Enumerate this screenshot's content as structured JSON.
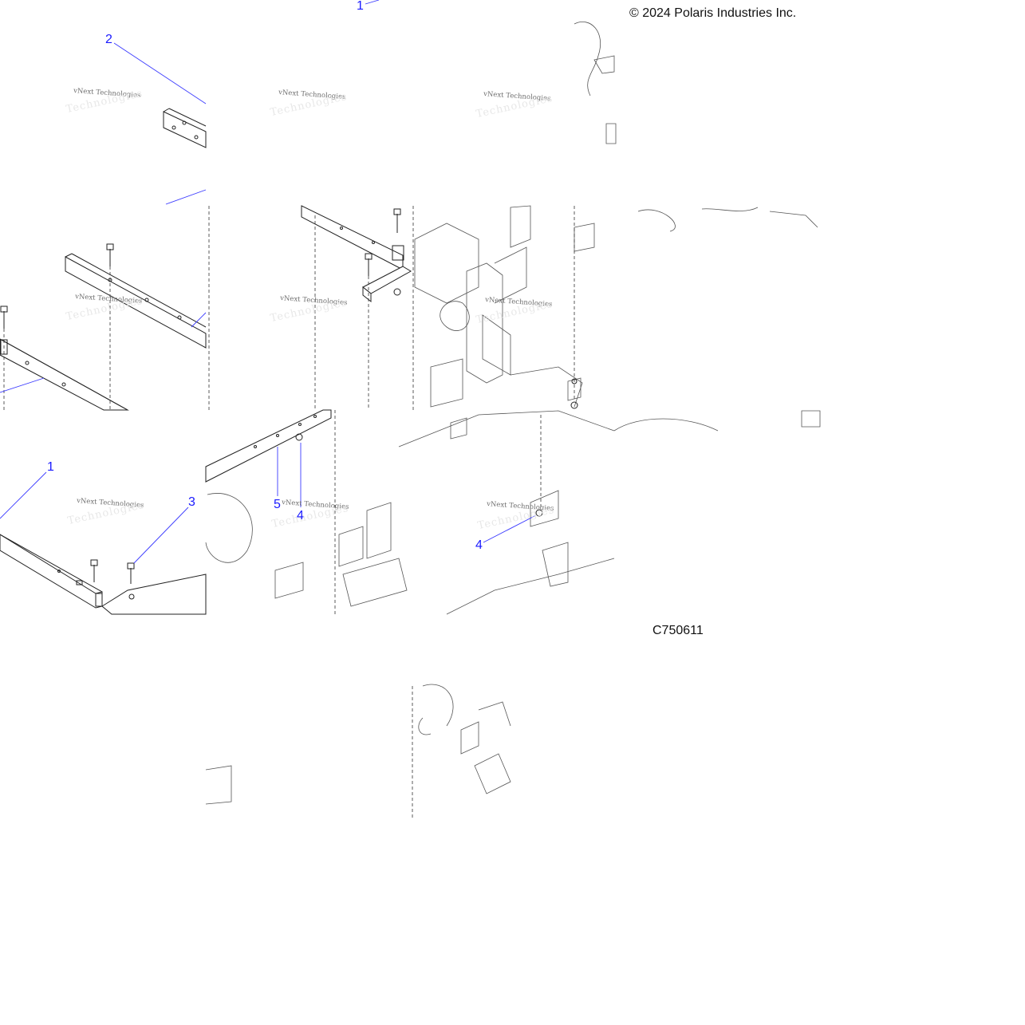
{
  "header": {
    "copyright": "© 2024 Polaris Industries Inc."
  },
  "footer": {
    "figure_id": "C750611"
  },
  "callouts": [
    {
      "label": "1"
    },
    {
      "label": "2"
    },
    {
      "label": "1"
    },
    {
      "label": "3"
    },
    {
      "label": "5"
    },
    {
      "label": "4"
    },
    {
      "label": "4"
    }
  ],
  "watermark": {
    "line1": "vNext Technologies",
    "line2": "Technologies"
  },
  "colors": {
    "callout": "#1a1aff",
    "line": "#222222",
    "leader": "#3b3bff"
  }
}
